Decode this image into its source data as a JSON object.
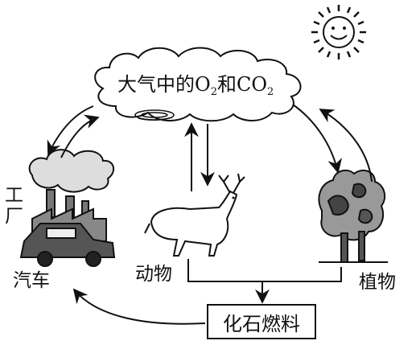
{
  "labels": {
    "atmosphere_prefix": "大气中的O",
    "atmosphere_sub1": "2",
    "atmosphere_mid": "和CO",
    "atmosphere_sub2": "2",
    "factory_line1": "工",
    "factory_line2": "厂",
    "car": "汽车",
    "animal": "动物",
    "plant": "植物",
    "fossil_fuel": "化石燃料"
  }
}
